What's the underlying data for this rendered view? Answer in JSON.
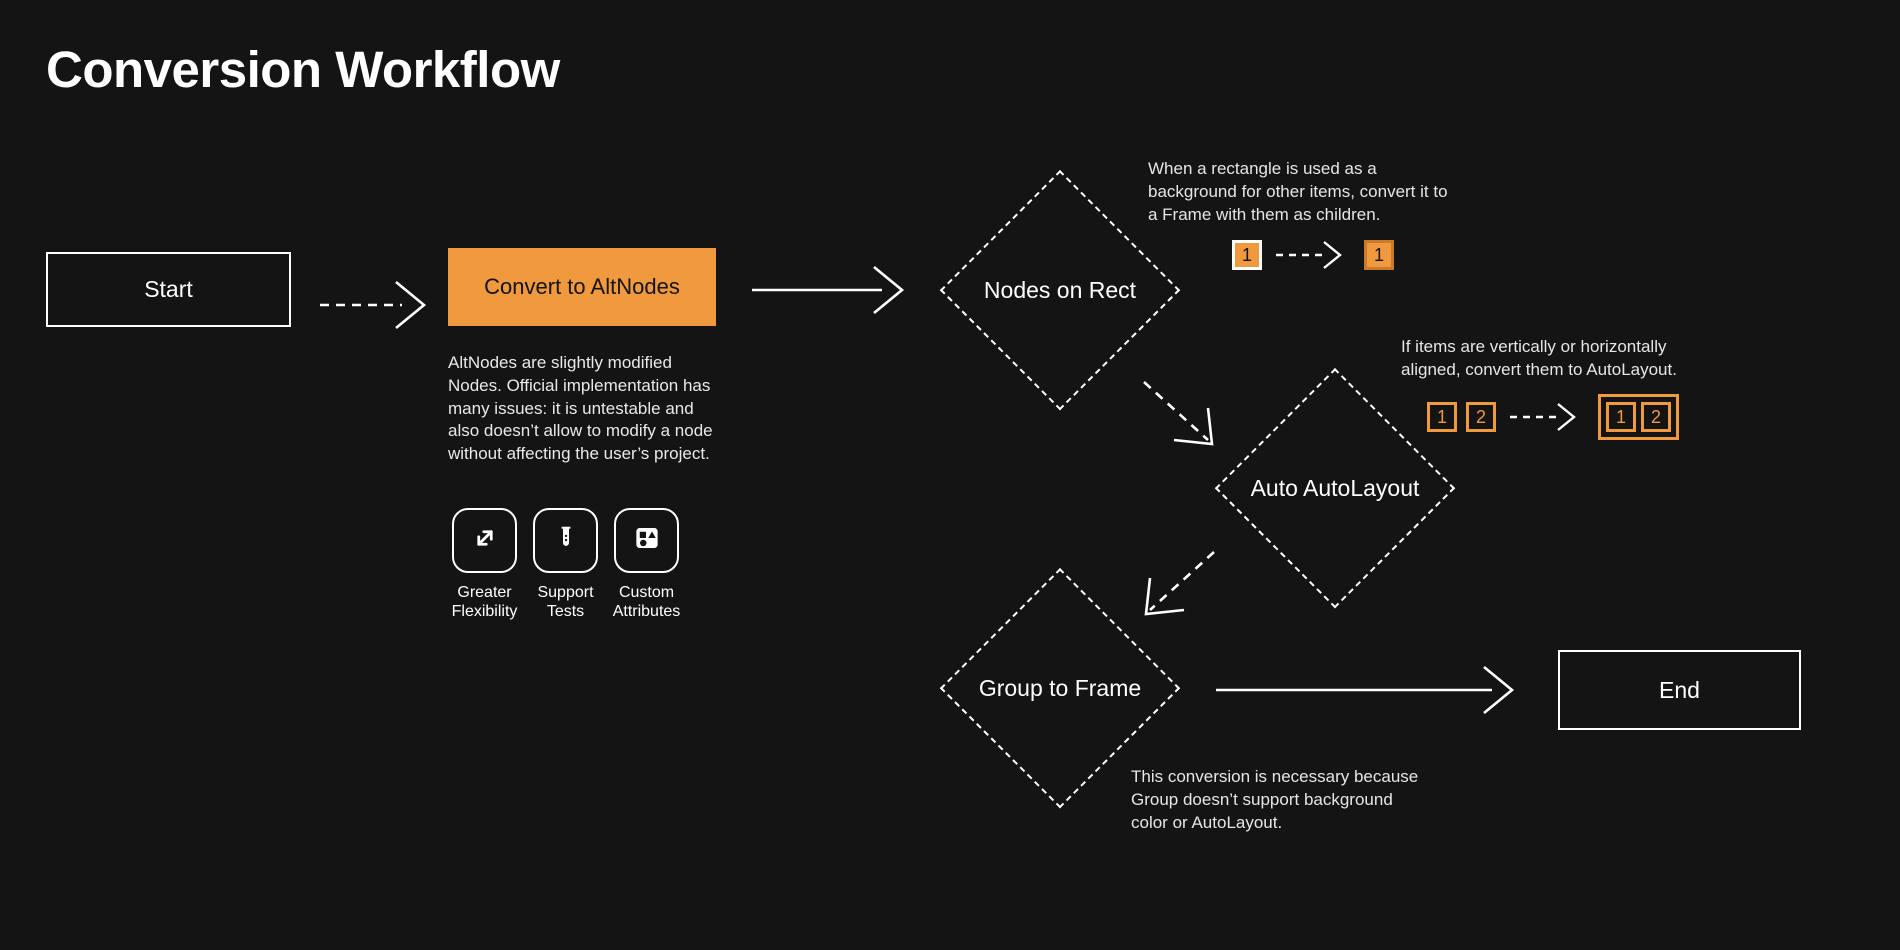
{
  "page": {
    "title": "Conversion Workflow",
    "background": "#141414",
    "accent": "#F0993E",
    "stroke": "#FFFFFF"
  },
  "nodes": {
    "start": {
      "label": "Start",
      "shape": "rectangle"
    },
    "convert": {
      "label": "Convert to AltNodes",
      "shape": "rectangle-filled",
      "fill": "#F0993E"
    },
    "nodes_on_rect": {
      "label": "Nodes on Rect",
      "shape": "diamond"
    },
    "auto_autolayout": {
      "label": "Auto AutoLayout",
      "shape": "diamond"
    },
    "group_to_frame": {
      "label": "Group to Frame",
      "shape": "diamond"
    },
    "end": {
      "label": "End",
      "shape": "rectangle"
    }
  },
  "description": {
    "altnodes": "AltNodes are slightly modified Nodes. Official implementation has many issues: it is untestable and also doesn’t allow to modify a node without affecting the user’s project."
  },
  "features": [
    {
      "icon": "expand-arrows-icon",
      "label": "Greater\nFlexibility"
    },
    {
      "icon": "test-tube-icon",
      "label": "Support\nTests"
    },
    {
      "icon": "shapes-icon",
      "label": "Custom\nAttributes"
    }
  ],
  "annotations": {
    "nodes_on_rect": "When a rectangle is used as a background for other items, convert it to a Frame with them as children.",
    "auto_autolayout": "If items are vertically or horizontally aligned, convert them to AutoLayout.",
    "group_to_frame": "This conversion is necessary because Group doesn’t support background color or AutoLayout."
  },
  "badges": {
    "rect_before": [
      "1"
    ],
    "rect_after": [
      "1"
    ],
    "auto_before": [
      "1",
      "2"
    ],
    "auto_after": [
      "1",
      "2"
    ]
  }
}
